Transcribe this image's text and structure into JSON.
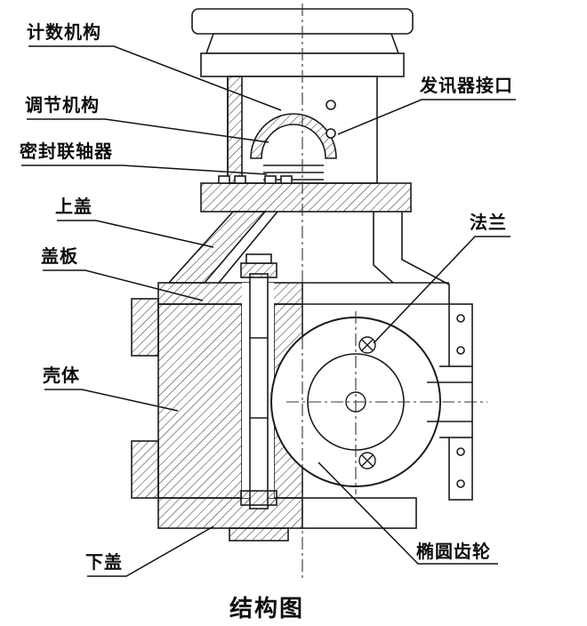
{
  "diagram": {
    "caption": "结构图",
    "labels": {
      "counter_mechanism": "计数机构",
      "transmitter_interface": "发讯器接口",
      "adjusting_mechanism": "调节机构",
      "sealed_coupling": "密封联轴器",
      "upper_cover": "上盖",
      "flange": "法兰",
      "cover_plate": "盖板",
      "housing": "壳体",
      "lower_cover": "下盖",
      "oval_gear": "椭圆齿轮"
    },
    "colors": {
      "line": "#1a1a1a",
      "background": "#ffffff"
    }
  }
}
